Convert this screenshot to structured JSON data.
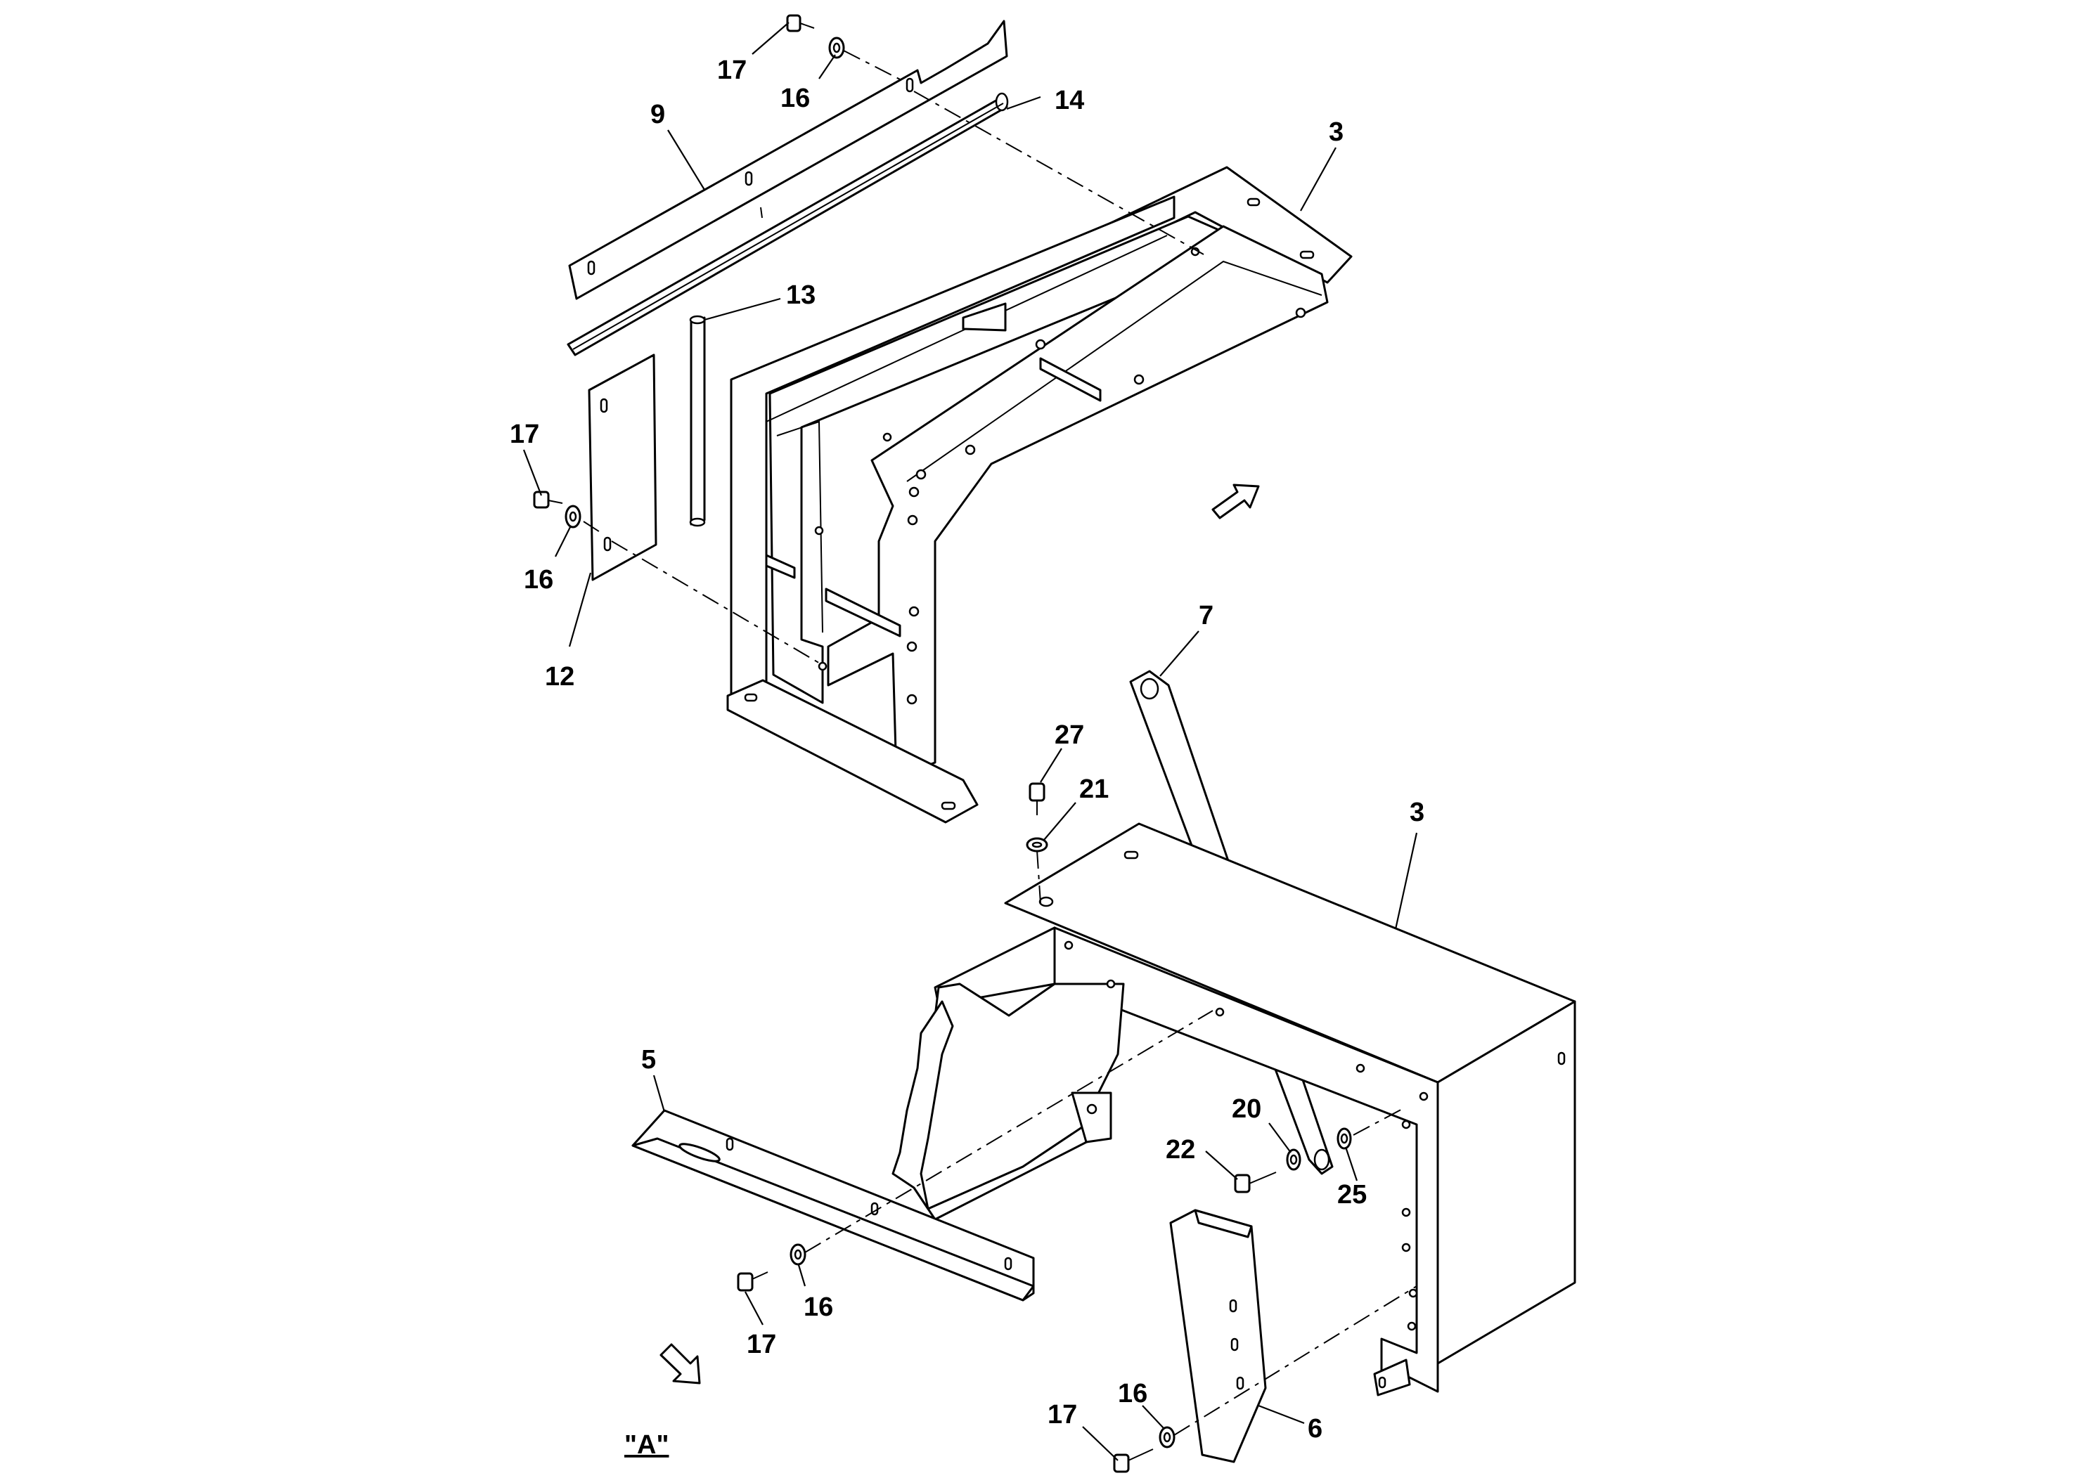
{
  "callouts": {
    "c17a": "17",
    "c16a": "16",
    "c9": "9",
    "c14": "14",
    "c3a": "3",
    "c13": "13",
    "c17b": "17",
    "c16b": "16",
    "c12": "12",
    "c7": "7",
    "c27": "27",
    "c21": "21",
    "c3b": "3",
    "c5": "5",
    "c20": "20",
    "c22": "22",
    "c25": "25",
    "c16c": "16",
    "c17c": "17",
    "c16d": "16",
    "c17d": "17",
    "c6": "6"
  },
  "view_label": "\"A\"",
  "icons": {
    "arrow_upper": "direction-arrow-icon",
    "arrow_lower": "direction-arrow-icon"
  }
}
